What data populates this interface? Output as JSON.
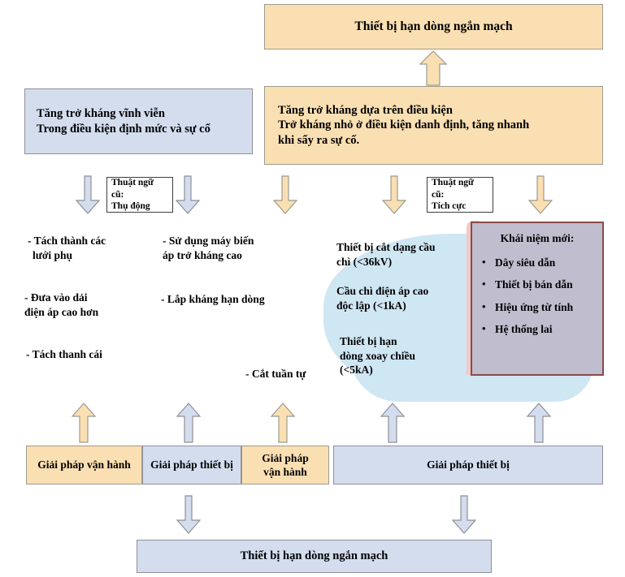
{
  "diagram": {
    "title": "Thiết bị hạn dòng ngắn mạch",
    "top_box": {
      "label": "Thiết bị hạn dòng ngắn mạch"
    },
    "branch_left": {
      "line1": "Tăng trở kháng vĩnh viễn",
      "line2": "Trong điều kiện định mức và sự cố"
    },
    "branch_right": {
      "line1": "Tăng trở kháng dựa trên điều kiện",
      "line2": "Trở kháng nhỏ ở điều kiện danh định, tăng nhanh",
      "line3": "khi sẩy ra sự cố."
    },
    "legacy_terms": {
      "passive": {
        "line1": "Thuật ngữ cũ:",
        "line2": "Thụ động"
      },
      "active": {
        "line1": "Thuật ngữ cũ:",
        "line2": "Tích cực"
      }
    },
    "column1": {
      "item1_line1": "- Tách thành các",
      "item1_line2": "lưới phụ",
      "item2_line1": "- Đưa vào dải",
      "item2_line2": "điện áp cao hơn",
      "item3_line1": "- Tách thanh cái"
    },
    "column2": {
      "item1_line1": "- Sử dụng máy biến",
      "item1_line2": "áp trở kháng cao",
      "item2_line1": "- Lắp kháng hạn dòng",
      "item3_line1": "- Cắt tuần tự"
    },
    "column3": {
      "item1_line1": "Thiết bị cắt dạng cầu",
      "item1_line2": "chì (<36kV)",
      "item2_line1": "Cầu chì điện áp cao",
      "item2_line2": "độc lập (<1kA)"
    },
    "blob": {
      "line1": "Thiết bị hạn",
      "line2": "dòng xoay chiều",
      "line3": "(<5kA)"
    },
    "new_concepts": {
      "heading": "Khái niệm mới:",
      "items": [
        "Dây siêu dẫn",
        "Thiết bị bán dẫn",
        "Hiệu ứng từ tính",
        "Hệ thống lai"
      ]
    },
    "solution_row": [
      {
        "label": "Giải pháp vận hành",
        "style": "peach"
      },
      {
        "label": "Giải pháp thiết bị",
        "style": "blue"
      },
      {
        "label_line1": "Giải pháp",
        "label_line2": "vận hành",
        "style": "peach"
      },
      {
        "label": "Giải pháp thiết bị",
        "style": "blue"
      }
    ],
    "bottom_box": {
      "label": "Thiết bị hạn dòng ngắn mạch"
    },
    "colors": {
      "peach_fill": "#fadfb2",
      "peach_border": "#9b9b8f",
      "blue_fill": "#d3ddee",
      "blue_border": "#8f9099",
      "purple_fill": "#bfbdce",
      "purple_border": "#8a4b48",
      "cloud_fill": "#cfe6f3",
      "arrow_blue_fill": "#d3ddee",
      "arrow_peach_fill": "#fadfb2"
    },
    "arrows": {
      "up_to_top": "arrow-up-icon",
      "down_left_1": "arrow-down-icon",
      "down_left_2": "arrow-down-icon",
      "down_right_1": "arrow-down-icon",
      "down_right_2": "arrow-down-icon",
      "down_right_3": "arrow-down-icon",
      "up_bottom_1": "arrow-up-icon",
      "up_bottom_2": "arrow-up-icon",
      "up_bottom_3": "arrow-up-icon",
      "up_bottom_4": "arrow-up-icon",
      "up_bottom_5": "arrow-up-icon",
      "down_bottom_1": "arrow-down-icon",
      "down_bottom_2": "arrow-down-icon"
    }
  }
}
